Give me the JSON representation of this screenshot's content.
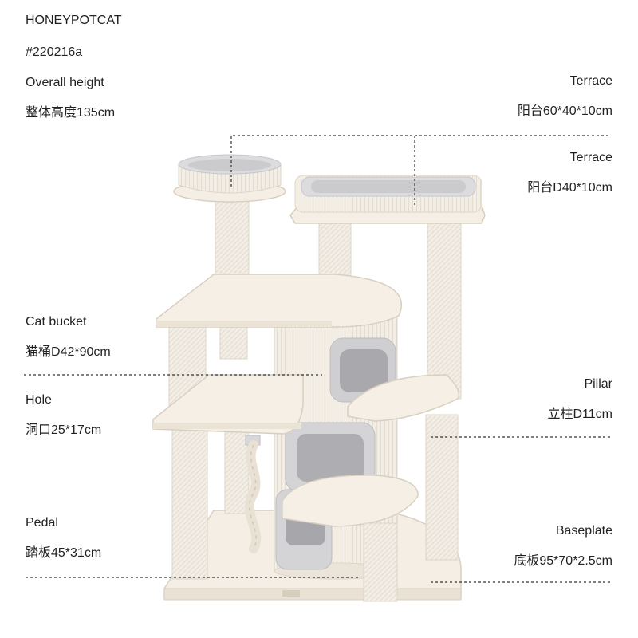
{
  "brand": "HONEYPOTCAT",
  "model": "#220216a",
  "overall": {
    "label": "Overall height",
    "value": "整体高度135cm"
  },
  "terrace_large": {
    "label": "Terrace",
    "value": "阳台60*40*10cm"
  },
  "terrace_round": {
    "label": "Terrace",
    "value": "阳台D40*10cm"
  },
  "cat_bucket": {
    "label": "Cat bucket",
    "value": "猫桶D42*90cm"
  },
  "hole": {
    "label": "Hole",
    "value": "洞口25*17cm"
  },
  "pillar": {
    "label": "Pillar",
    "value": "立柱D11cm"
  },
  "pedal": {
    "label": "Pedal",
    "value": "踏板45*31cm"
  },
  "baseplate": {
    "label": "Baseplate",
    "value": "底板95*70*2.5cm"
  },
  "colors": {
    "wood": "#f3ede3",
    "wood_edge": "#d9d0c2",
    "sisal": "#f1ece4",
    "plush": "#d6d6d8",
    "leader": "#333333"
  }
}
